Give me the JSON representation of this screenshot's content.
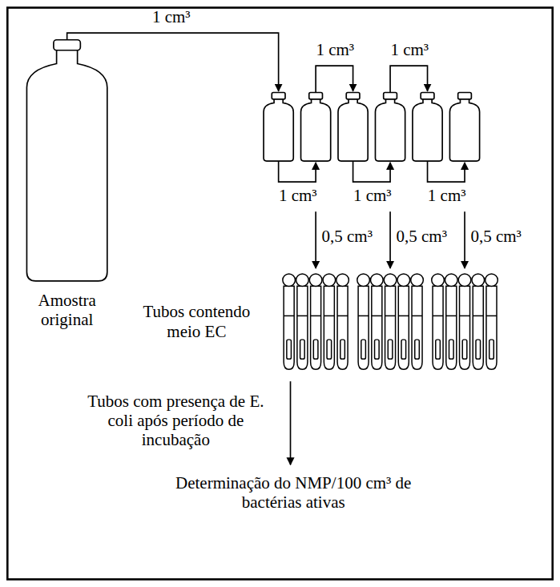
{
  "diagram": {
    "nodes": [
      {
        "text": [
          "Amostra original"
        ]
      }
    ],
    "labels": [
      "1 cm³",
      "1 cm³",
      "1 cm³",
      "1 cm³",
      "1 cm³",
      "1 cm³",
      "0,5 cm³",
      "0,5 cm³",
      "0,5 cm³",
      "Tubos contendo meio EC",
      "Tubos com presença de E. coli após período de incubação",
      "Determinação do NMP/100 cm³ de bactérias ativas"
    ]
  }
}
